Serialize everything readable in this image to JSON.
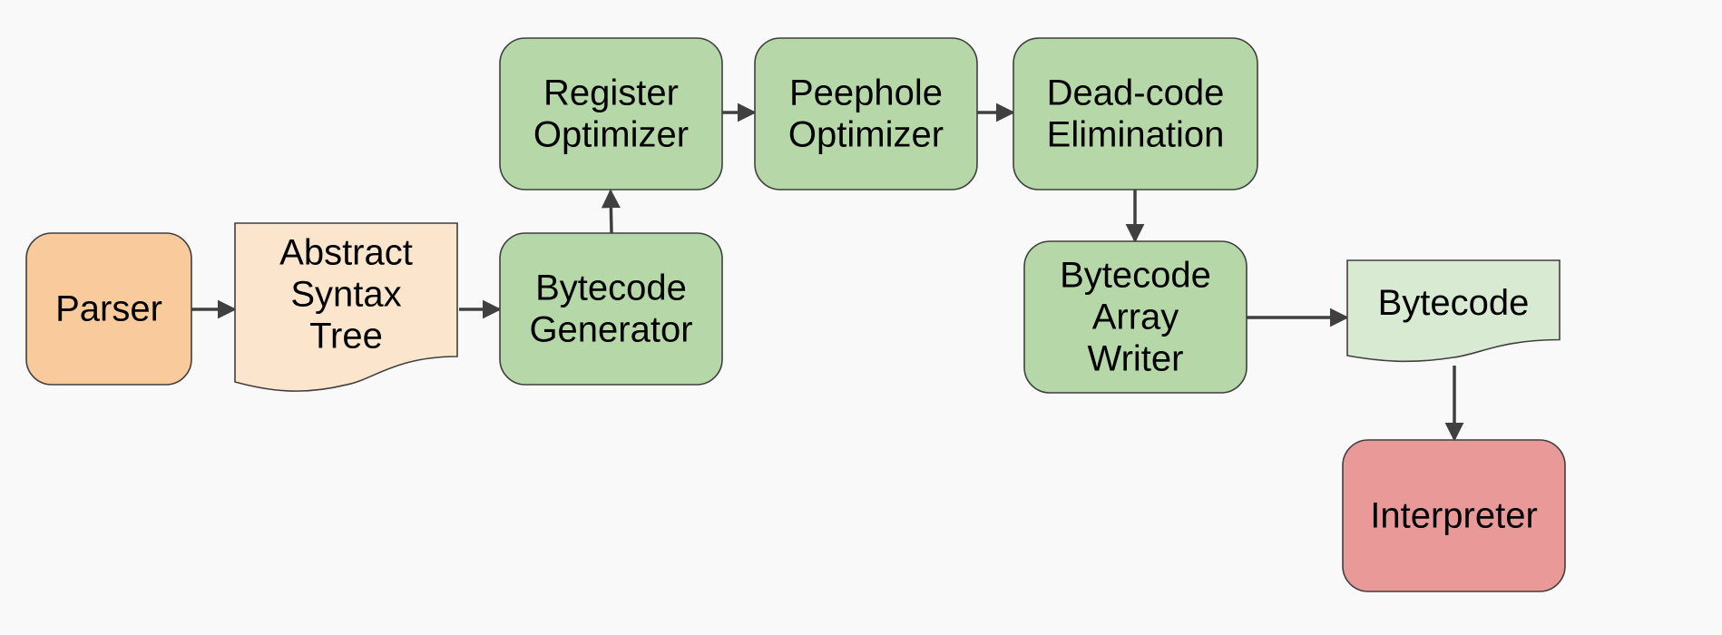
{
  "nodes": [
    {
      "id": "parser",
      "shape": "rounded",
      "fill": "#f9cb9c",
      "lines": [
        "Parser"
      ]
    },
    {
      "id": "ast",
      "shape": "document",
      "fill": "#fce5cd",
      "lines": [
        "Abstract",
        "Syntax",
        "Tree"
      ]
    },
    {
      "id": "bytecode-generator",
      "shape": "rounded",
      "fill": "#b6d7a8",
      "lines": [
        "Bytecode",
        "Generator"
      ]
    },
    {
      "id": "register-optimizer",
      "shape": "rounded",
      "fill": "#b6d7a8",
      "lines": [
        "Register",
        "Optimizer"
      ]
    },
    {
      "id": "peephole-optimizer",
      "shape": "rounded",
      "fill": "#b6d7a8",
      "lines": [
        "Peephole",
        "Optimizer"
      ]
    },
    {
      "id": "dead-code-elimination",
      "shape": "rounded",
      "fill": "#b6d7a8",
      "lines": [
        "Dead-code",
        "Elimination"
      ]
    },
    {
      "id": "bytecode-array-writer",
      "shape": "rounded",
      "fill": "#b6d7a8",
      "lines": [
        "Bytecode",
        "Array",
        "Writer"
      ]
    },
    {
      "id": "bytecode",
      "shape": "document",
      "fill": "#d9ead3",
      "lines": [
        "Bytecode"
      ]
    },
    {
      "id": "interpreter",
      "shape": "rounded",
      "fill": "#ea9999",
      "lines": [
        "Interpreter"
      ]
    }
  ],
  "edges": [
    {
      "from": "parser",
      "to": "ast"
    },
    {
      "from": "ast",
      "to": "bytecode-generator"
    },
    {
      "from": "bytecode-generator",
      "to": "register-optimizer"
    },
    {
      "from": "register-optimizer",
      "to": "peephole-optimizer"
    },
    {
      "from": "peephole-optimizer",
      "to": "dead-code-elimination"
    },
    {
      "from": "dead-code-elimination",
      "to": "bytecode-array-writer"
    },
    {
      "from": "bytecode-array-writer",
      "to": "bytecode"
    },
    {
      "from": "bytecode",
      "to": "interpreter"
    }
  ],
  "colors": {
    "background": "#f9f9f9",
    "stroke": "#3f3f3f",
    "arrow": "#404040"
  }
}
